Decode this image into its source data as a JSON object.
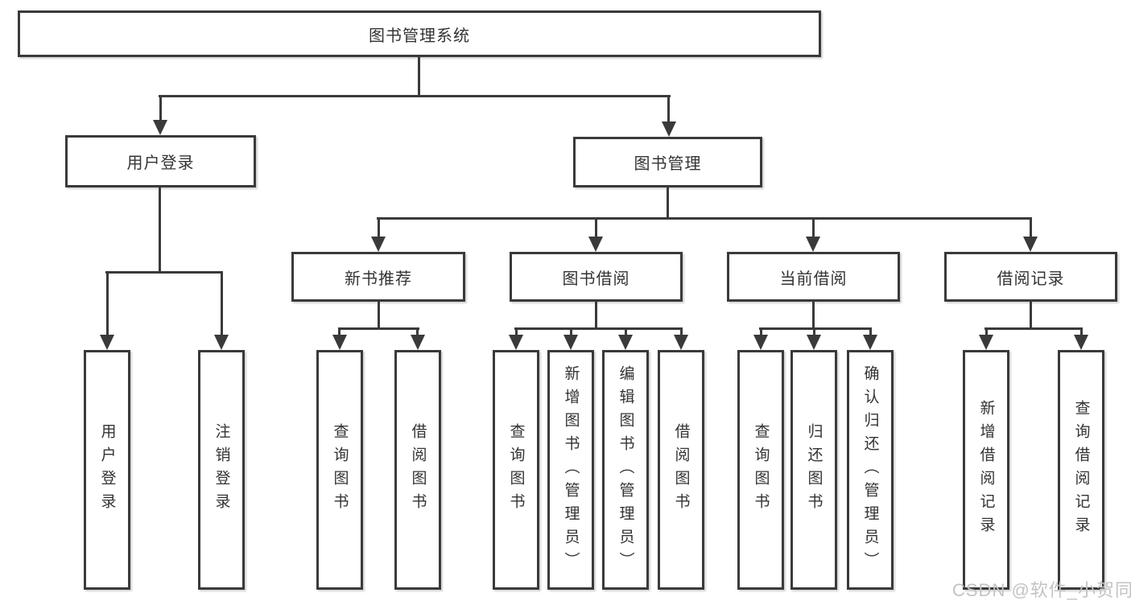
{
  "diagram": {
    "root": {
      "label": "图书管理系统"
    },
    "branches": [
      {
        "label": "用户登录",
        "leaves": [
          {
            "label": "用户登录"
          },
          {
            "label": "注销登录"
          }
        ]
      },
      {
        "label": "图书管理",
        "children": [
          {
            "label": "新书推荐",
            "leaves": [
              {
                "label": "查询图书"
              },
              {
                "label": "借阅图书"
              }
            ]
          },
          {
            "label": "图书借阅",
            "leaves": [
              {
                "label": "查询图书"
              },
              {
                "label": "新增图书（管理员）"
              },
              {
                "label": "编辑图书（管理员）"
              },
              {
                "label": "借阅图书"
              }
            ]
          },
          {
            "label": "当前借阅",
            "leaves": [
              {
                "label": "查询图书"
              },
              {
                "label": "归还图书"
              },
              {
                "label": "确认归还（管理员）"
              }
            ]
          },
          {
            "label": "借阅记录",
            "leaves": [
              {
                "label": "新增借阅记录"
              },
              {
                "label": "查询借阅记录"
              }
            ]
          }
        ]
      }
    ]
  },
  "watermark": {
    "text": "CSDN @软件_小贺同学"
  },
  "colors": {
    "line": "#3a3a3a",
    "text": "#333333",
    "watermark": "#c3c3c3",
    "background": "#ffffff"
  }
}
